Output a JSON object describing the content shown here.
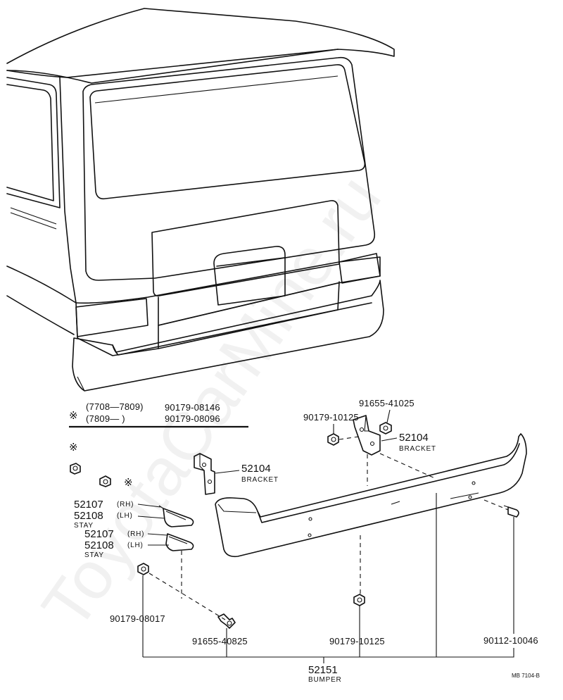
{
  "watermark": "ToyotaCarMine.ru",
  "legend": {
    "mark": "※",
    "row1_range": "(7708—7809)",
    "row1_part": "90179-08146",
    "row2_range": "(7809—      )",
    "row2_part": "90179-08096"
  },
  "parts": {
    "nut_91655_41025": "91655-41025",
    "nut_90179_10125_top": "90179-10125",
    "bracket_rh_num": "52104",
    "bracket_rh_name": "BRACKET",
    "bracket_lh_num": "52104",
    "bracket_lh_name": "BRACKET",
    "stay1_rh_num": "52107",
    "stay1_rh_side": "(RH)",
    "stay1_lh_num": "52108",
    "stay1_lh_side": "(LH)",
    "stay1_name": "STAY",
    "stay2_rh_num": "52107",
    "stay2_rh_side": "(RH)",
    "stay2_lh_num": "52108",
    "stay2_lh_side": "(LH)",
    "stay2_name": "STAY",
    "nut_90179_08017": "90179-08017",
    "bolt_91655_40825": "91655-40825",
    "nut_90179_10125_bottom": "90179-10125",
    "bolt_90112_10046": "90112-10046",
    "bumper_num": "52151",
    "bumper_name": "BUMPER"
  },
  "markers": {
    "mark_left_1": "※",
    "mark_left_2": "※"
  },
  "diagram_code": "MB 7104-B"
}
